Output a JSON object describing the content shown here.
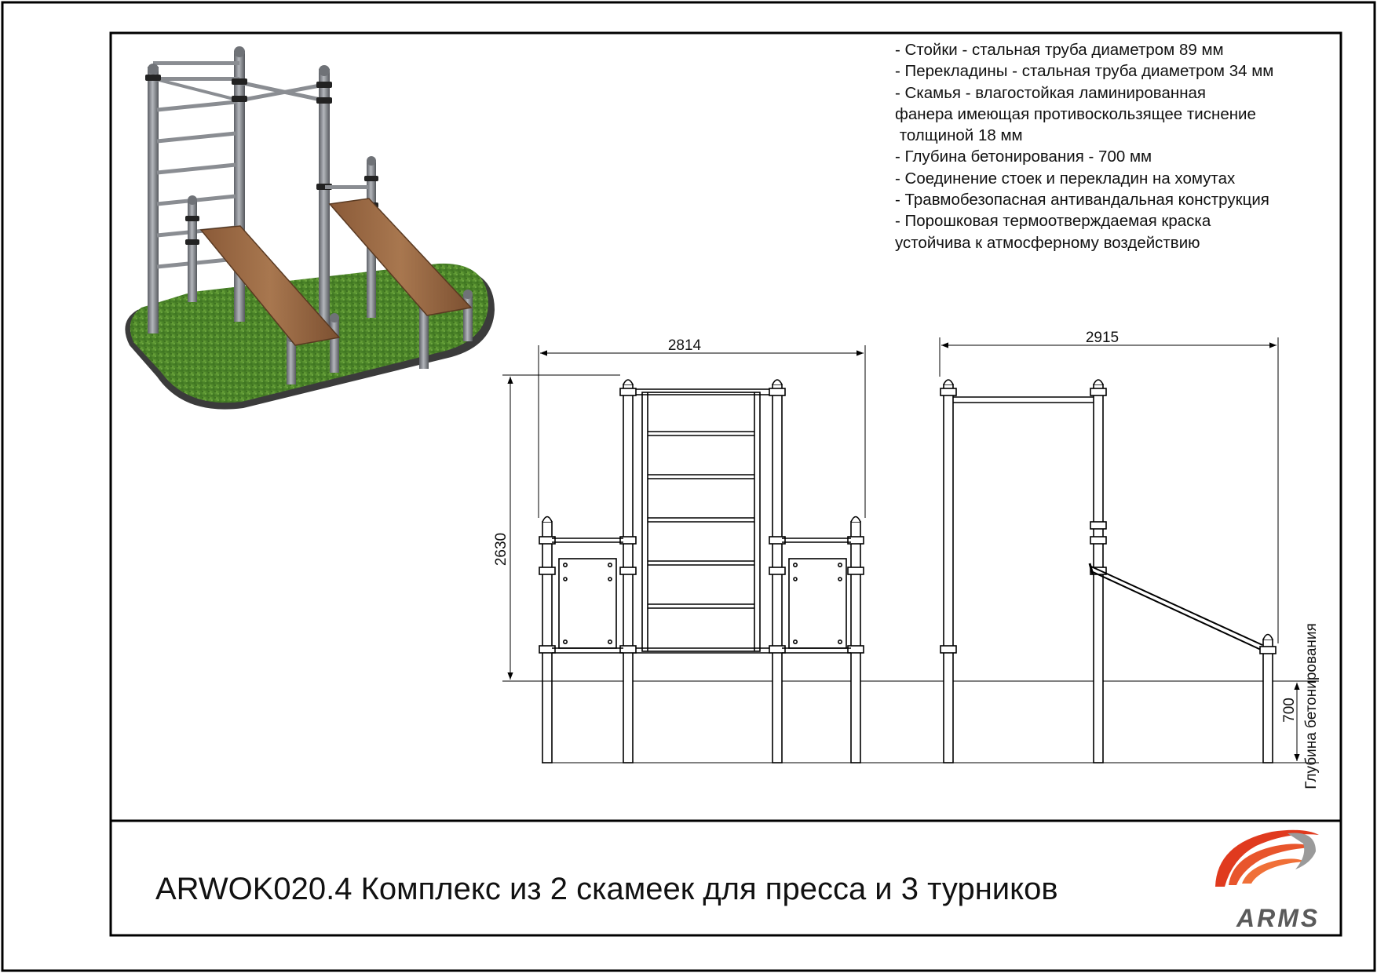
{
  "specs": [
    "- Стойки - стальная труба диаметром 89 мм",
    "- Перекладины - стальная труба диаметром 34 мм",
    "- Скамья - влагостойкая ламинированная",
    "фанера имеющая противоскользящее тиснение",
    " толщиной 18 мм",
    "- Глубина бетонирования - 700 мм",
    "- Соединение стоек и перекладин на хомутах",
    "- Травмобезопасная антивандальная конструкция",
    "- Порошковая термоотверждаемая краска",
    "устойчива к атмосферному воздействию"
  ],
  "dimensions": {
    "front_width": "2814",
    "side_width": "2915",
    "height": "2630",
    "depth": "700",
    "depth_label": "Глубина бетонирования"
  },
  "title": "ARWOK020.4 Комплекс из 2 скамеек для пресса и 3 турников",
  "logo_text": "ARMS",
  "colors": {
    "frame": "#000000",
    "steel": "#8a8d92",
    "bench_wood": "#9c6b45",
    "grass": "#4f8a2a",
    "logo_red": "#e03a1e"
  }
}
